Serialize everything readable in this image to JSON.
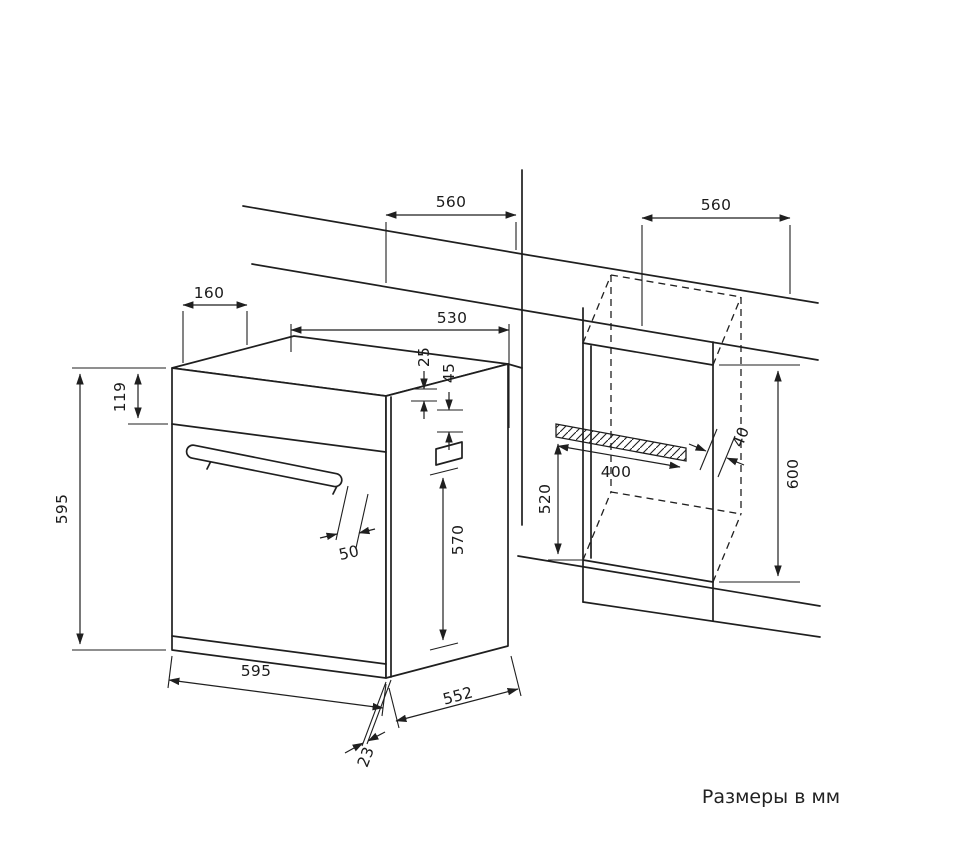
{
  "colors": {
    "line": "#1f1f1f",
    "background": "#ffffff",
    "text": "#1b1b1b"
  },
  "note": "Размеры в мм",
  "dims": {
    "counter_depth_left": "560",
    "counter_depth_right": "560",
    "top_160": "160",
    "depth_530": "530",
    "gap_25": "25",
    "gap_45": "45",
    "height_595": "595",
    "panel_119": "119",
    "inner_520": "520",
    "shelf_400": "400",
    "rear_gap_40": "40",
    "niche_height_600": "600",
    "handle_50": "50",
    "depth_570": "570",
    "width_595": "595",
    "depth_552": "552",
    "door_23": "23"
  }
}
